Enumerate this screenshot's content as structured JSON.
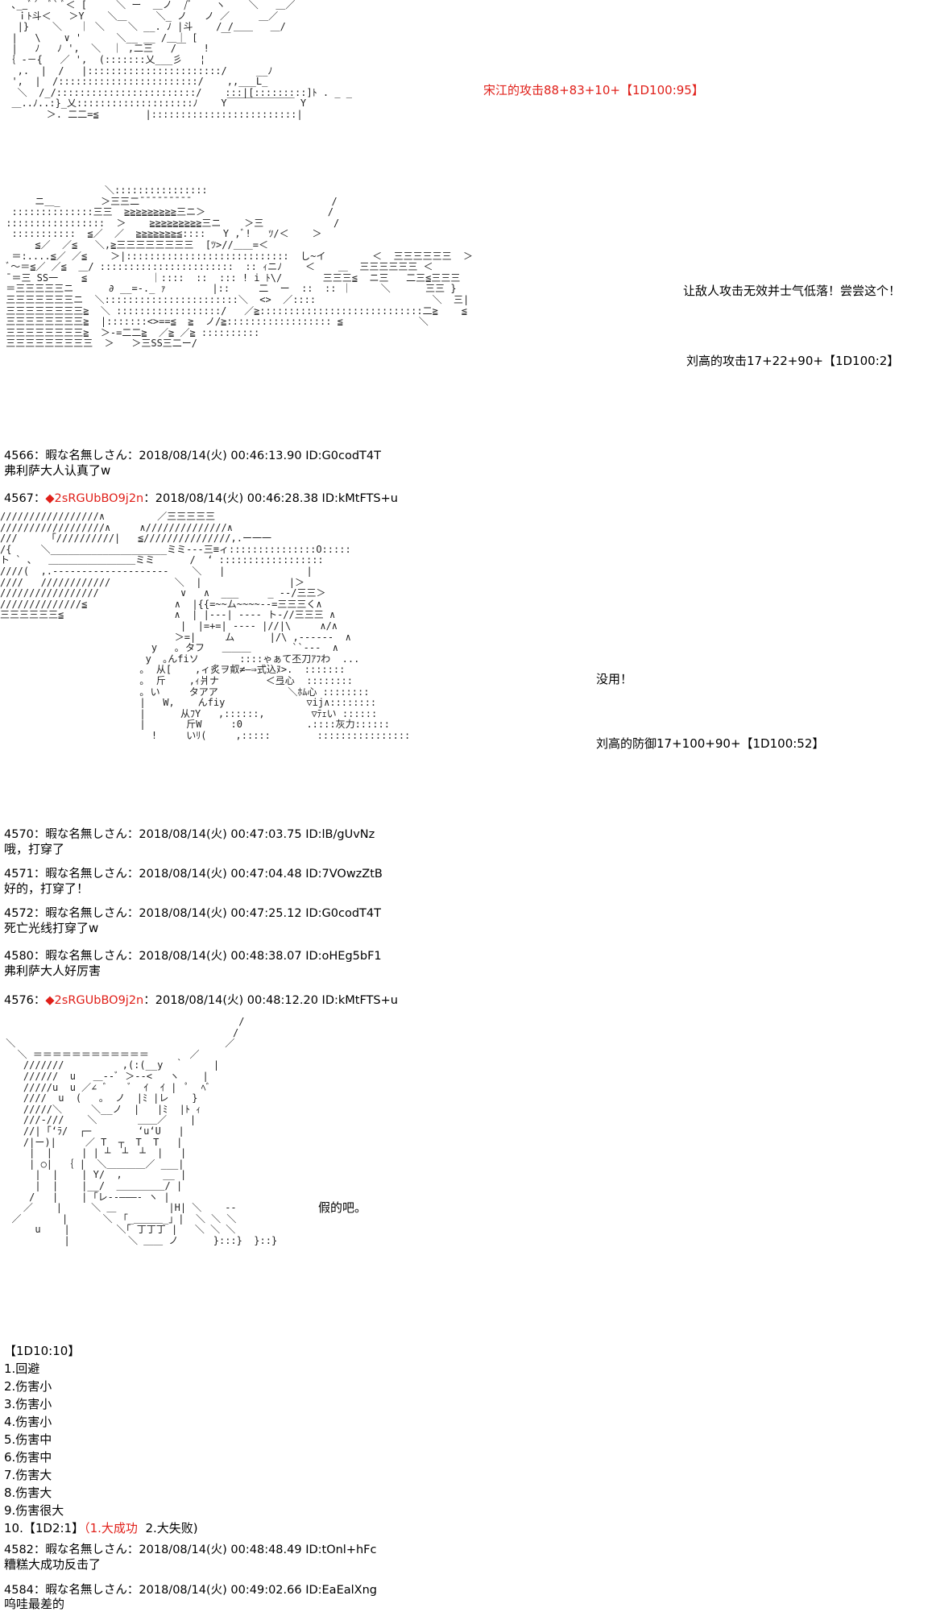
{
  "attack1": "宋江的攻击88+83+10+【1D100:95】",
  "dialog1": "让敌人攻击无效并士气低落！尝尝这个！",
  "attack2": "刘高的攻击17+22+90+【1D100:2】",
  "posts": [
    {
      "num": "4566",
      "sep": "：",
      "name": "暇な名無しさん",
      "date": "：2018/08/14(火) 00:46:13.90 ID:G0codT4T",
      "text": "弗利萨大人认真了w"
    },
    {
      "num": "4567",
      "sep": "：",
      "name": "◆2sRGUbBO9j2n",
      "date": "：2018/08/14(火) 00:46:28.38 ID:kMtFTS+u",
      "text": ""
    },
    {
      "num": "4570",
      "sep": "：",
      "name": "暇な名無しさん",
      "date": "：2018/08/14(火) 00:47:03.75 ID:lB/gUvNz",
      "text": "哦，打穿了"
    },
    {
      "num": "4571",
      "sep": "：",
      "name": "暇な名無しさん",
      "date": "：2018/08/14(火) 00:47:04.48 ID:7VOwzZtB",
      "text": "好的，打穿了！"
    },
    {
      "num": "4572",
      "sep": "：",
      "name": "暇な名無しさん",
      "date": "：2018/08/14(火) 00:47:25.12 ID:G0codT4T",
      "text": "死亡光线打穿了w"
    },
    {
      "num": "4580",
      "sep": "：",
      "name": "暇な名無しさん",
      "date": "：2018/08/14(火) 00:48:38.07 ID:oHEg5bF1",
      "text": "弗利萨大人好厉害"
    },
    {
      "num": "4576",
      "sep": "：",
      "name": "◆2sRGUbBO9j2n",
      "date": "：2018/08/14(火) 00:48:12.20 ID:kMtFTS+u",
      "text": ""
    },
    {
      "num": "4582",
      "sep": "：",
      "name": "暇な名無しさん",
      "date": "：2018/08/14(火) 00:48:48.49 ID:tOnl+hFc",
      "text": "糟糕大成功反击了"
    },
    {
      "num": "4584",
      "sep": "：",
      "name": "暇な名無しさん",
      "date": "：2018/08/14(火) 00:49:02.66 ID:EaEalXng",
      "text": "呜哇最差的"
    }
  ],
  "dialog2": "没用！",
  "defense": "刘高的防御17+100+90+【1D100:52】",
  "dialog3": "假的吧。",
  "dice_menu": {
    "header": "【1D10:10】",
    "items": [
      "1.回避",
      "2.伤害小",
      "3.伤害小",
      "4.伤害小",
      "5.伤害中",
      "6.伤害中",
      "7.伤害大",
      "8.伤害大",
      "9.伤害很大"
    ],
    "last_prefix": "10.【1D2:1】",
    "last_result": "（1.大成功",
    "last_rest": "2.大失败)"
  },
  "colors": {
    "accent_red": "#e0201a",
    "text": "#000000",
    "background": "#ffffff"
  }
}
